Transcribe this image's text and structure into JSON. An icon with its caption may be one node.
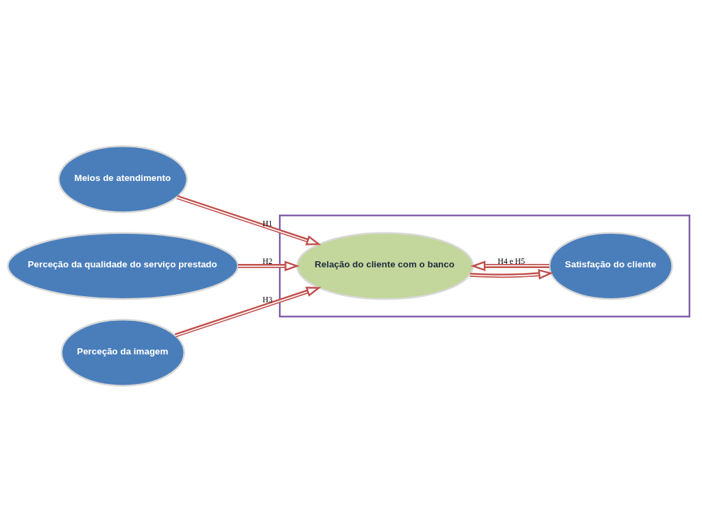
{
  "diagram": {
    "nodes": [
      {
        "text": [],
        "shape": "box"
      },
      {
        "text": [
          "Meios de atendimento"
        ]
      },
      {
        "text": [
          "Perceção da qualidade do serviço prestado"
        ]
      },
      {
        "text": [
          "Perceção da imagem"
        ]
      },
      {
        "text": [
          "Relação do cliente com o banco"
        ],
        "in": 0
      },
      {
        "text": [
          "Satisfação do cliente"
        ],
        "in": 0
      }
    ],
    "edges": [
      {
        "from": 1,
        "to": 4,
        "arrow": "to",
        "label": "H1"
      },
      {
        "from": 2,
        "to": 4,
        "arrow": "to",
        "label": "H2"
      },
      {
        "from": 3,
        "to": 4,
        "arrow": "to",
        "label": "H3"
      },
      {
        "from": 4,
        "to": 5,
        "arrow": "to"
      },
      {
        "from": 5,
        "to": 4,
        "arrow": "to",
        "label": "H4 e H5"
      }
    ]
  }
}
